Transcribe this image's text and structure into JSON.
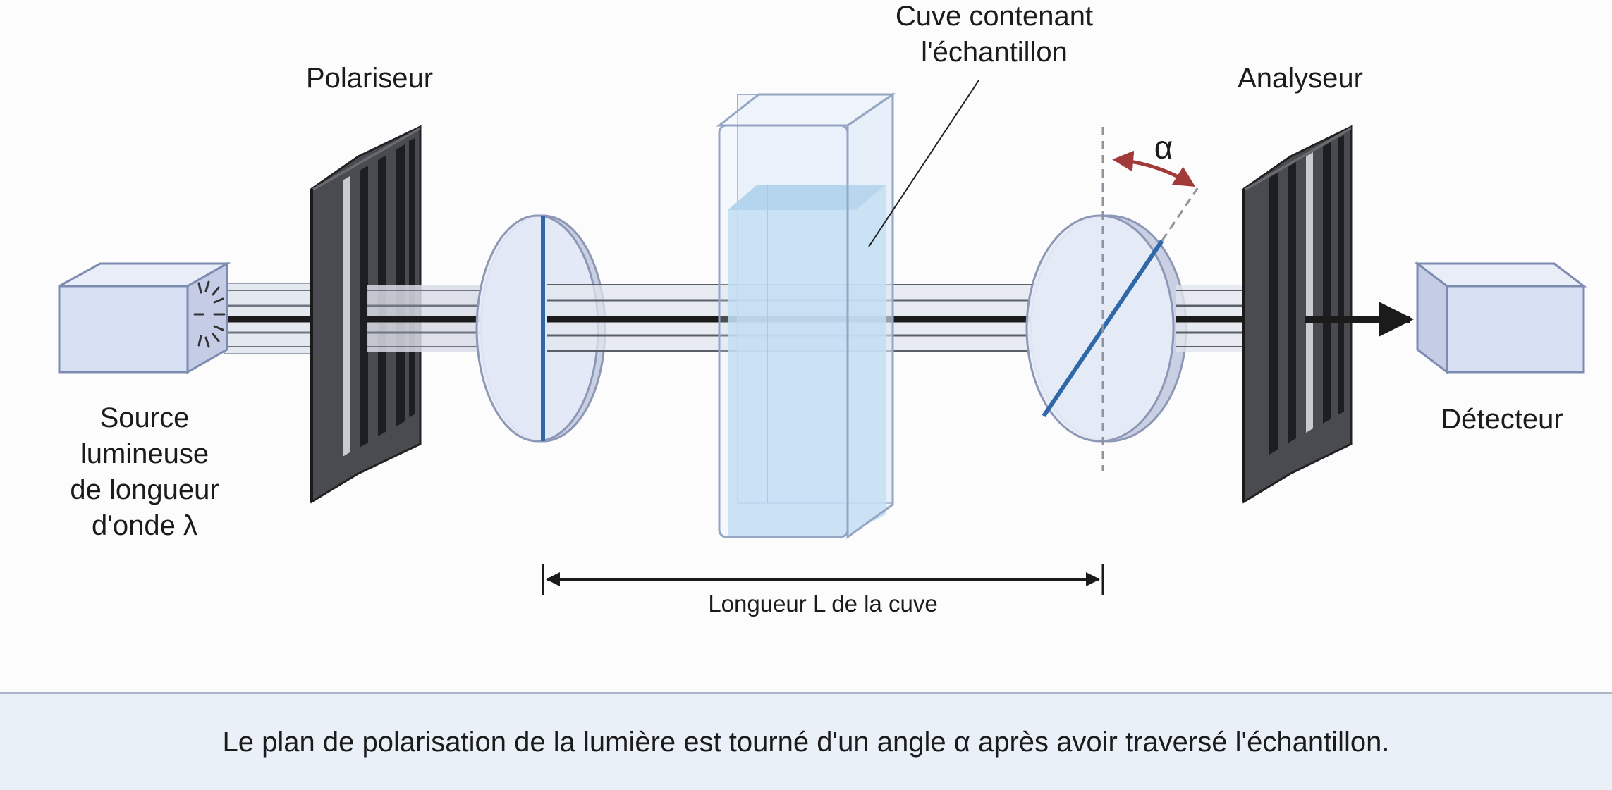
{
  "labels": {
    "source": [
      "Source",
      "lumineuse",
      "de longueur",
      "d'onde λ"
    ],
    "polarizer": "Polariseur",
    "cuvette": [
      "Cuve contenant",
      "l'échantillon"
    ],
    "analyzer": "Analyseur",
    "detector": "Détecteur",
    "alpha": "α",
    "length": "Longueur L de la cuve"
  },
  "caption": "Le plan de polarisation de la lumière est tourné d'un angle α après avoir traversé l'échantillon.",
  "rotation_angle_deg": 34,
  "colors": {
    "box_fill": "#d8e0f3",
    "box_stroke": "#7d8bb0",
    "filter_dark": "#3a3b3f",
    "axis_blue": "#2f68a9",
    "liquid": "#bcdcf2",
    "arc_red": "#a23a3a",
    "footer_bg": "#e9f0f8"
  }
}
